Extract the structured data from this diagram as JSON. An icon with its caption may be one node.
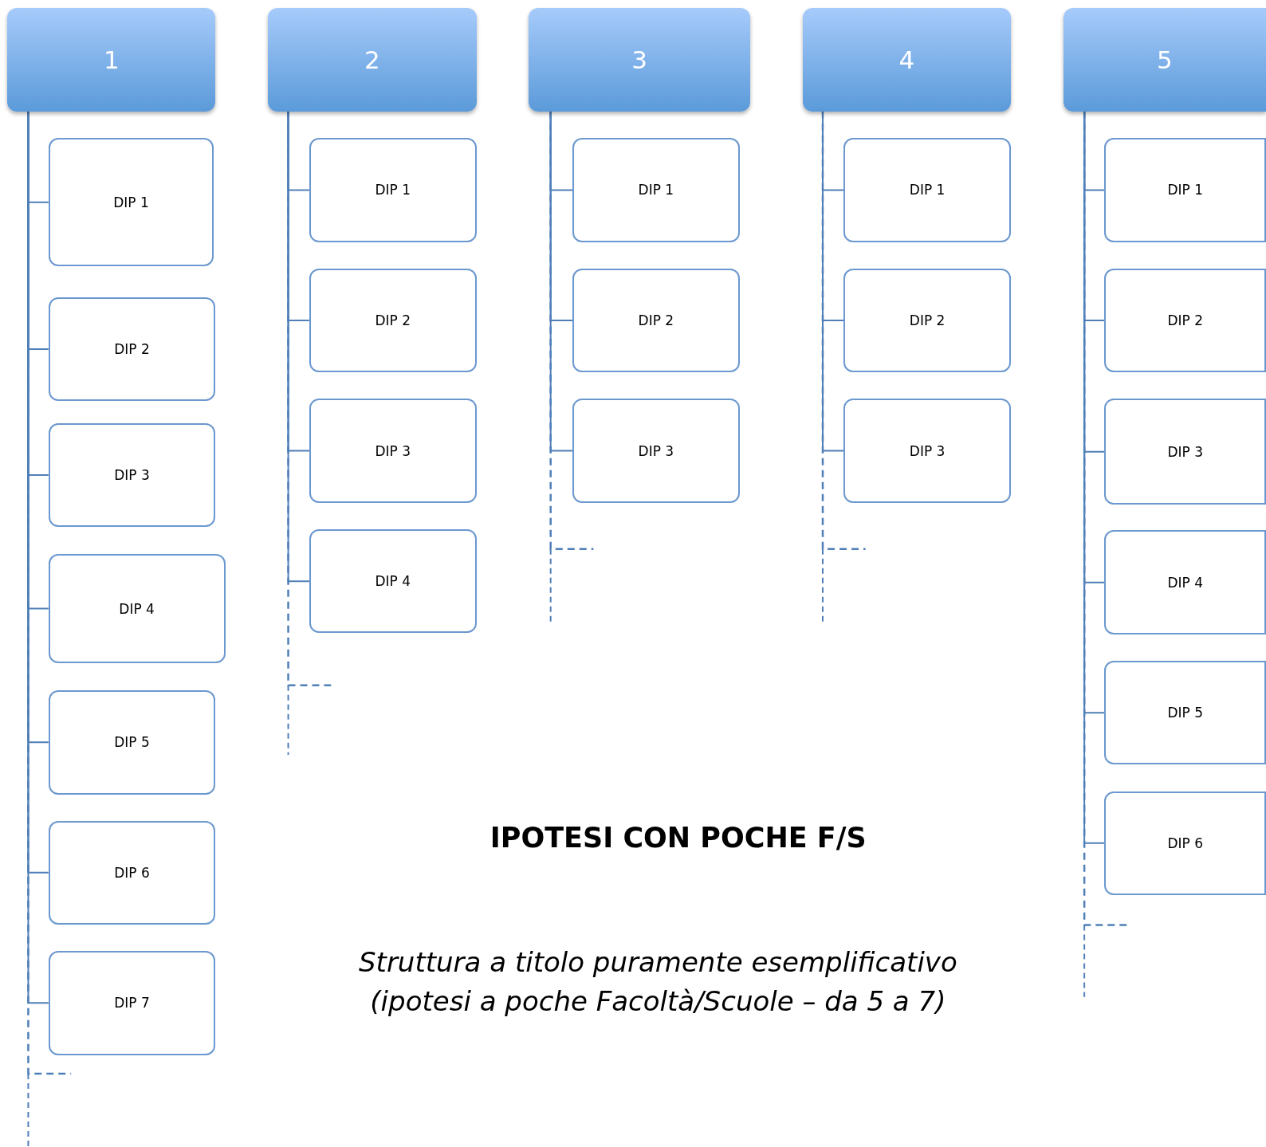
{
  "diagram": {
    "title": "IPOTESI CON POCHE F/S",
    "caption": "Struttura a titolo puramente esemplificativo (ipotesi a poche Facoltà/Scuole – da 5 a 7)",
    "nodes": [
      {
        "text": [
          "1"
        ]
      },
      {
        "text": [
          "DIP 1"
        ]
      },
      {
        "text": [
          "DIP 2"
        ]
      },
      {
        "text": [
          "DIP 3"
        ]
      },
      {
        "text": [
          "DIP 4"
        ]
      },
      {
        "text": [
          "DIP 5"
        ]
      },
      {
        "text": [
          "DIP 6"
        ]
      },
      {
        "text": [
          "DIP 7"
        ]
      },
      {
        "text": [
          "2"
        ]
      },
      {
        "text": [
          "DIP 1"
        ]
      },
      {
        "text": [
          "DIP 2"
        ]
      },
      {
        "text": [
          "DIP 3"
        ]
      },
      {
        "text": [
          "DIP 4"
        ]
      },
      {
        "text": [
          "3"
        ]
      },
      {
        "text": [
          "DIP 1"
        ]
      },
      {
        "text": [
          "DIP 2"
        ]
      },
      {
        "text": [
          "DIP 3"
        ]
      },
      {
        "text": [
          "4"
        ]
      },
      {
        "text": [
          "DIP 1"
        ]
      },
      {
        "text": [
          "DIP 2"
        ]
      },
      {
        "text": [
          "DIP 3"
        ]
      },
      {
        "text": [
          "5"
        ]
      },
      {
        "text": [
          "DIP 1"
        ]
      },
      {
        "text": [
          "DIP 2"
        ]
      },
      {
        "text": [
          "DIP 3"
        ]
      },
      {
        "text": [
          "DIP 4"
        ]
      },
      {
        "text": [
          "DIP 5"
        ]
      },
      {
        "text": [
          "DIP 6"
        ]
      }
    ],
    "edges": [
      {
        "from": 0,
        "to": 1,
        "arrow": "none"
      },
      {
        "from": 0,
        "to": 2,
        "arrow": "none"
      },
      {
        "from": 0,
        "to": 3,
        "arrow": "none"
      },
      {
        "from": 0,
        "to": 4,
        "arrow": "none"
      },
      {
        "from": 0,
        "to": 5,
        "arrow": "none"
      },
      {
        "from": 0,
        "to": 6,
        "arrow": "none"
      },
      {
        "from": 0,
        "to": 7,
        "arrow": "none"
      },
      {
        "from": 0,
        "to": null,
        "arrow": "none",
        "style": "dashed"
      },
      {
        "from": 8,
        "to": 9,
        "arrow": "none"
      },
      {
        "from": 8,
        "to": 10,
        "arrow": "none"
      },
      {
        "from": 8,
        "to": 11,
        "arrow": "none"
      },
      {
        "from": 8,
        "to": 12,
        "arrow": "none"
      },
      {
        "from": 8,
        "to": null,
        "arrow": "none",
        "style": "dashed"
      },
      {
        "from": 13,
        "to": 14,
        "arrow": "none"
      },
      {
        "from": 13,
        "to": 15,
        "arrow": "none"
      },
      {
        "from": 13,
        "to": 16,
        "arrow": "none"
      },
      {
        "from": 13,
        "to": null,
        "arrow": "none",
        "style": "dashed"
      },
      {
        "from": 17,
        "to": 18,
        "arrow": "none"
      },
      {
        "from": 17,
        "to": 19,
        "arrow": "none"
      },
      {
        "from": 17,
        "to": 20,
        "arrow": "none"
      },
      {
        "from": 17,
        "to": null,
        "arrow": "none",
        "style": "dashed"
      },
      {
        "from": 21,
        "to": 22,
        "arrow": "none"
      },
      {
        "from": 21,
        "to": 23,
        "arrow": "none"
      },
      {
        "from": 21,
        "to": 24,
        "arrow": "none"
      },
      {
        "from": 21,
        "to": 25,
        "arrow": "none"
      },
      {
        "from": 21,
        "to": 26,
        "arrow": "none"
      },
      {
        "from": 21,
        "to": 27,
        "arrow": "none"
      },
      {
        "from": 21,
        "to": null,
        "arrow": "none",
        "style": "dashed"
      }
    ]
  }
}
